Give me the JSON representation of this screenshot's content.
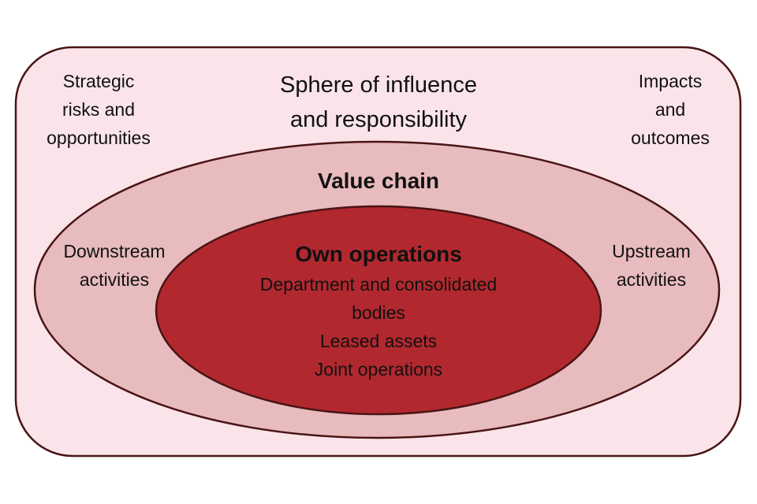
{
  "colors": {
    "outer_fill": "#fae4ea",
    "middle_fill": "#e8bbbe",
    "inner_fill": "#b2282f",
    "stroke": "#4a1414"
  },
  "sphere": {
    "title_line1": "Sphere of influence",
    "title_line2": "and responsibility",
    "left_note": [
      "Strategic",
      "risks and",
      "opportunities"
    ],
    "right_note": [
      "Impacts",
      "and",
      "outcomes"
    ]
  },
  "value_chain": {
    "title": "Value chain",
    "left_note": [
      "Downstream",
      "activities"
    ],
    "right_note": [
      "Upstream",
      "activities"
    ]
  },
  "own_operations": {
    "title": "Own operations",
    "items": [
      "Department and consolidated",
      "bodies",
      "Leased assets",
      "Joint operations"
    ]
  }
}
